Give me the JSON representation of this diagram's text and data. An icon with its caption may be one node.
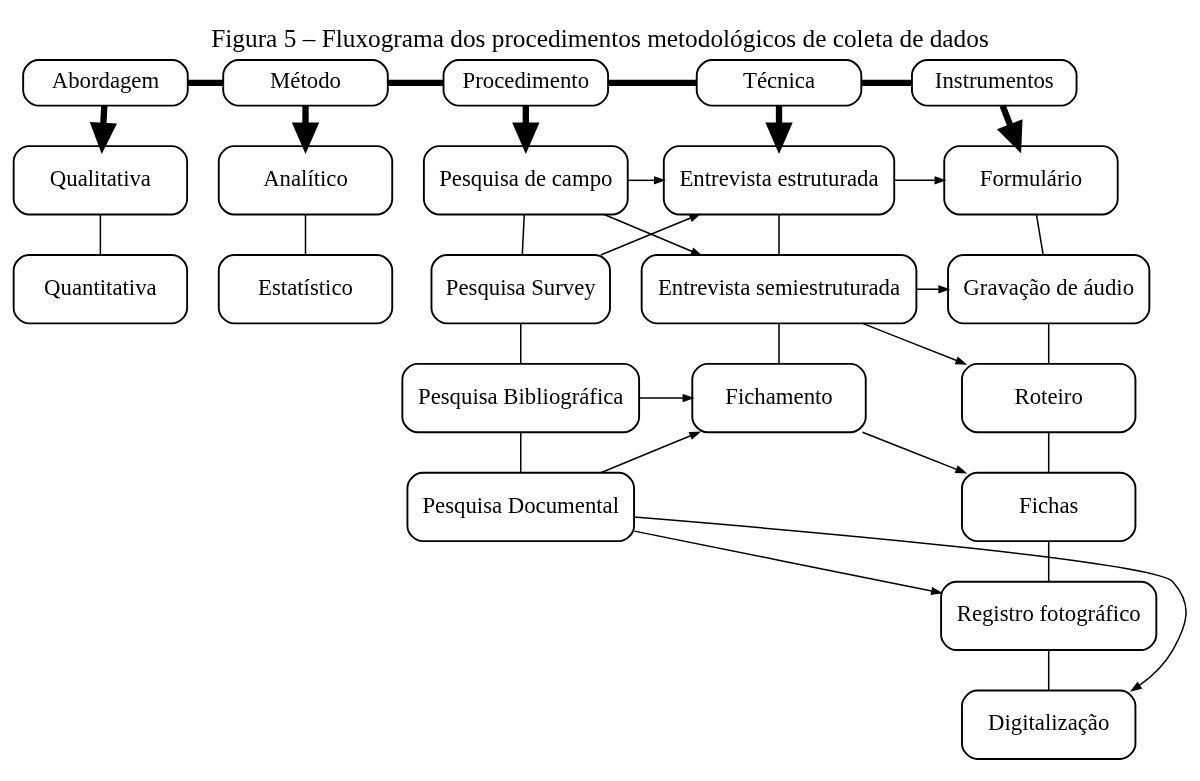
{
  "diagram": {
    "title": "Figura 5 – Fluxograma dos procedimentos metodológicos de coleta de dados",
    "nodes": [
      {
        "text": [
          "Abordagem"
        ]
      },
      {
        "text": [
          "Método"
        ]
      },
      {
        "text": [
          "Procedimento"
        ]
      },
      {
        "text": [
          "Técnica"
        ]
      },
      {
        "text": [
          "Instrumentos"
        ]
      },
      {
        "text": [
          "Qualitativa"
        ]
      },
      {
        "text": [
          "Quantitativa"
        ]
      },
      {
        "text": [
          "Analítico"
        ]
      },
      {
        "text": [
          "Estatístico"
        ]
      },
      {
        "text": [
          "Pesquisa de campo"
        ]
      },
      {
        "text": [
          "Pesquisa Survey"
        ]
      },
      {
        "text": [
          "Pesquisa Bibliográfica"
        ]
      },
      {
        "text": [
          "Pesquisa Documental"
        ]
      },
      {
        "text": [
          "Entrevista estruturada"
        ]
      },
      {
        "text": [
          "Entrevista semiestruturada"
        ]
      },
      {
        "text": [
          "Fichamento"
        ]
      },
      {
        "text": [
          "Formulário"
        ]
      },
      {
        "text": [
          "Gravação de áudio"
        ]
      },
      {
        "text": [
          "Roteiro"
        ]
      },
      {
        "text": [
          "Fichas"
        ]
      },
      {
        "text": [
          "Registro fotográfico"
        ]
      },
      {
        "text": [
          "Digitalização"
        ]
      }
    ],
    "edges": [
      {
        "from": 0,
        "to": 1,
        "arrow": "none",
        "style": "thick"
      },
      {
        "from": 1,
        "to": 2,
        "arrow": "none",
        "style": "thick"
      },
      {
        "from": 2,
        "to": 3,
        "arrow": "none",
        "style": "thick"
      },
      {
        "from": 3,
        "to": 4,
        "arrow": "none",
        "style": "thick"
      },
      {
        "from": 0,
        "to": 5,
        "arrow": "to",
        "style": "thick"
      },
      {
        "from": 1,
        "to": 7,
        "arrow": "to",
        "style": "thick"
      },
      {
        "from": 2,
        "to": 9,
        "arrow": "to",
        "style": "thick"
      },
      {
        "from": 3,
        "to": 13,
        "arrow": "to",
        "style": "thick"
      },
      {
        "from": 4,
        "to": 16,
        "arrow": "to",
        "style": "thick"
      },
      {
        "from": 5,
        "to": 6,
        "arrow": "none"
      },
      {
        "from": 7,
        "to": 8,
        "arrow": "none"
      },
      {
        "from": 9,
        "to": 10,
        "arrow": "none"
      },
      {
        "from": 10,
        "to": 11,
        "arrow": "none"
      },
      {
        "from": 11,
        "to": 12,
        "arrow": "none"
      },
      {
        "from": 13,
        "to": 14,
        "arrow": "none"
      },
      {
        "from": 14,
        "to": 15,
        "arrow": "none"
      },
      {
        "from": 16,
        "to": 17,
        "arrow": "none"
      },
      {
        "from": 17,
        "to": 18,
        "arrow": "none"
      },
      {
        "from": 18,
        "to": 19,
        "arrow": "none"
      },
      {
        "from": 19,
        "to": 20,
        "arrow": "none"
      },
      {
        "from": 20,
        "to": 21,
        "arrow": "none"
      },
      {
        "from": 9,
        "to": 13,
        "arrow": "to"
      },
      {
        "from": 9,
        "to": 14,
        "arrow": "to"
      },
      {
        "from": 10,
        "to": 13,
        "arrow": "to"
      },
      {
        "from": 13,
        "to": 16,
        "arrow": "to"
      },
      {
        "from": 14,
        "to": 17,
        "arrow": "to"
      },
      {
        "from": 14,
        "to": 18,
        "arrow": "to"
      },
      {
        "from": 11,
        "to": 15,
        "arrow": "to"
      },
      {
        "from": 15,
        "to": 19,
        "arrow": "to"
      },
      {
        "from": 12,
        "to": 15,
        "arrow": "to"
      },
      {
        "from": 12,
        "to": 20,
        "arrow": "to"
      },
      {
        "from": 12,
        "to": 21,
        "arrow": "to"
      }
    ]
  }
}
